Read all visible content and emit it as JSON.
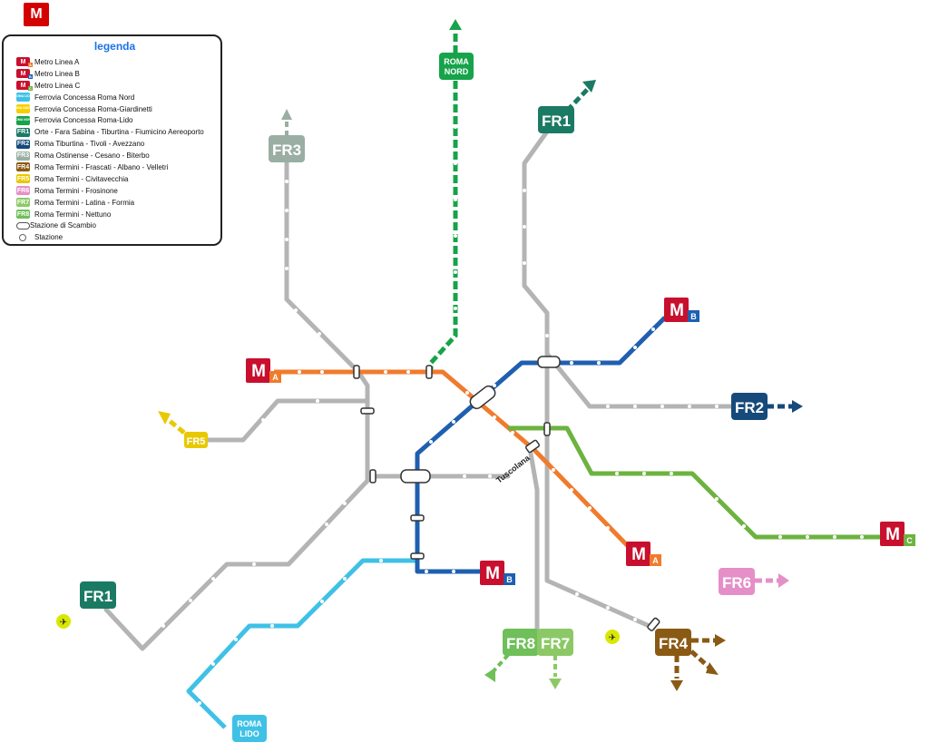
{
  "header": {
    "logo_letter": "M"
  },
  "legend": {
    "title": "legenda",
    "items": [
      {
        "icon": "metro-a-icon",
        "code": "M",
        "sub": "A",
        "color": "#c8102e",
        "sub_color": "#f07b2d",
        "label": "Metro Linea A"
      },
      {
        "icon": "metro-b-icon",
        "code": "M",
        "sub": "B",
        "color": "#c8102e",
        "sub_color": "#1f5fb0",
        "label": "Metro Linea B"
      },
      {
        "icon": "metro-c-icon",
        "code": "M",
        "sub": "C",
        "color": "#c8102e",
        "sub_color": "#6cb33f",
        "label": "Metro Linea C"
      },
      {
        "icon": "roma-lido-icon",
        "code": "ROMA LIDO",
        "color": "#3fc1e6",
        "label": "Ferrovia Concessa Roma Nord"
      },
      {
        "icon": "roma-giardinetti-icon",
        "code": "ROMA GIARD.",
        "color": "#f5d000",
        "label": "Ferrovia Concessa Roma-Giardinetti"
      },
      {
        "icon": "roma-nord-icon",
        "code": "ROMA NORD",
        "color": "#16a34a",
        "label": "Ferrovia Concessa Roma-Lido"
      },
      {
        "icon": "fr1-icon",
        "code": "FR1",
        "color": "#1b7a63",
        "label": "Orte - Fara Sabina - Tiburtina - Fiumicino Aereoporto"
      },
      {
        "icon": "fr2-icon",
        "code": "FR2",
        "color": "#154a7a",
        "label": "Roma Tiburtina - Tivoli - Avezzano"
      },
      {
        "icon": "fr3-icon",
        "code": "FR3",
        "color": "#9aaea4",
        "label": "Roma Ostinense - Cesano - Biterbo"
      },
      {
        "icon": "fr4-icon",
        "code": "FR4",
        "color": "#8a5a14",
        "label": "Roma Termini - Frascati - Albano - Velletri"
      },
      {
        "icon": "fr5-icon",
        "code": "FR5",
        "color": "#e8c900",
        "label": "Roma Termini - Civitavecchia"
      },
      {
        "icon": "fr6-icon",
        "code": "FR6",
        "color": "#e58fc8",
        "label": "Roma Termini - Frosinone"
      },
      {
        "icon": "fr7-icon",
        "code": "FR7",
        "color": "#8cc966",
        "label": "Roma Termini - Latina - Formia"
      },
      {
        "icon": "fr8-icon",
        "code": "FR8",
        "color": "#6fbf5a",
        "label": "Roma Termini - Nettuno"
      },
      {
        "icon": "interchange-icon",
        "code": "",
        "color": "#555555",
        "label": "Stazione di Scambio"
      },
      {
        "icon": "station-icon",
        "code": "",
        "color": "#666666",
        "label": "Stazione"
      }
    ]
  },
  "badges": {
    "roma_nord": {
      "line1": "ROMA",
      "line2": "NORD",
      "color": "#16a34a"
    },
    "roma_lido": {
      "line1": "ROMA",
      "line2": "LIDO",
      "color": "#3fc1e6"
    },
    "fr1_north": {
      "label": "FR1",
      "color": "#1b7a63"
    },
    "fr1_south": {
      "label": "FR1",
      "color": "#1b7a63"
    },
    "fr2": {
      "label": "FR2",
      "color": "#154a7a"
    },
    "fr3": {
      "label": "FR3",
      "color": "#9aaea4"
    },
    "fr4": {
      "label": "FR4",
      "color": "#8a5a14"
    },
    "fr5": {
      "label": "FR5",
      "color": "#e8c900"
    },
    "fr6": {
      "label": "FR6",
      "color": "#e58fc8"
    },
    "fr7": {
      "label": "FR7",
      "color": "#8cc966"
    },
    "fr8": {
      "label": "FR8",
      "color": "#6fbf5a"
    },
    "metro_a_west": {
      "letter": "M",
      "sub": "A"
    },
    "metro_a_east": {
      "letter": "M",
      "sub": "A"
    },
    "metro_b_ne": {
      "letter": "M",
      "sub": "B"
    },
    "metro_b_south": {
      "letter": "M",
      "sub": "B"
    },
    "metro_c": {
      "letter": "M",
      "sub": "C"
    }
  },
  "labels": {
    "tuscolana": "Tuscolana"
  },
  "colors": {
    "metro_red": "#c8102e",
    "line_a": "#f07b2d",
    "line_b": "#1f5fb0",
    "line_c": "#6cb33f",
    "fr_gray": "#b4b4b4",
    "roma_nord": "#16a34a",
    "roma_lido": "#3fc1e6"
  }
}
